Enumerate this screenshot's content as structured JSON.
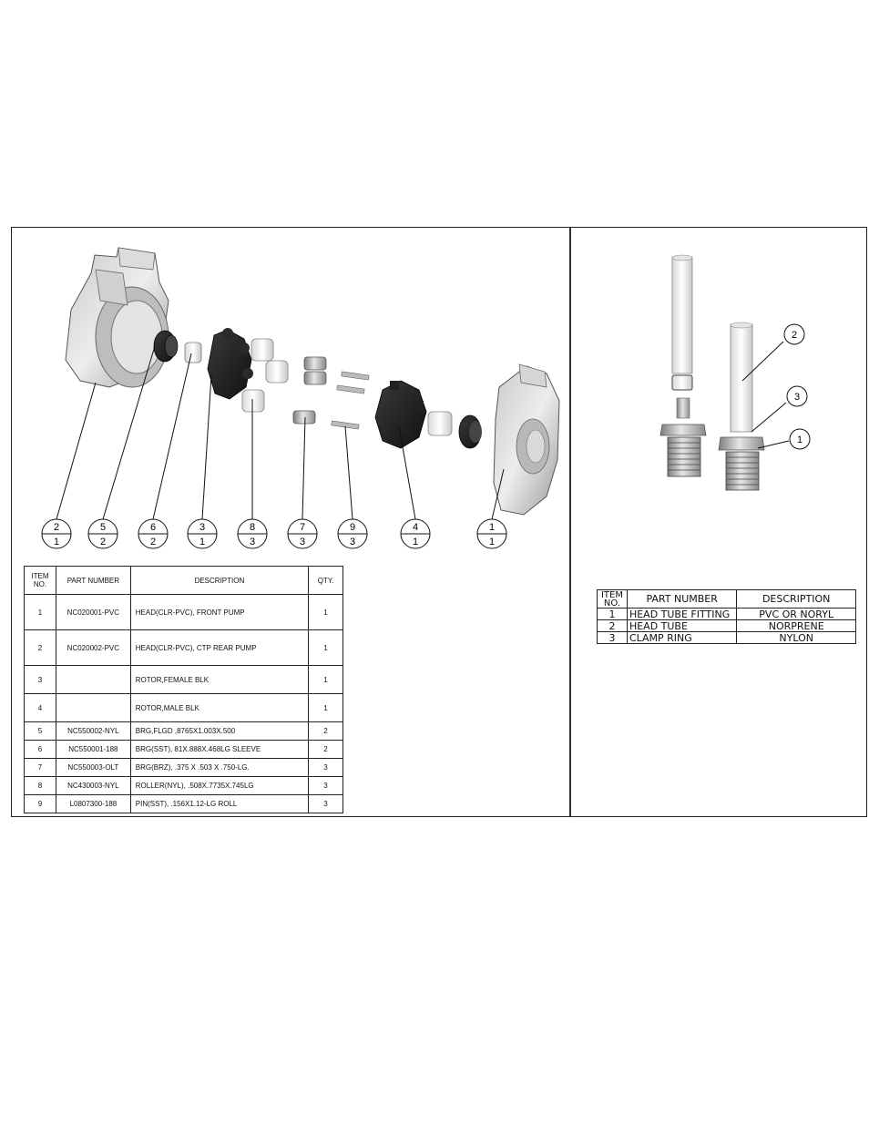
{
  "left_balloons": [
    {
      "item": "2",
      "qty": "1"
    },
    {
      "item": "5",
      "qty": "2"
    },
    {
      "item": "6",
      "qty": "2"
    },
    {
      "item": "3",
      "qty": "1"
    },
    {
      "item": "8",
      "qty": "3"
    },
    {
      "item": "7",
      "qty": "3"
    },
    {
      "item": "9",
      "qty": "3"
    },
    {
      "item": "4",
      "qty": "1"
    },
    {
      "item": "1",
      "qty": "1"
    }
  ],
  "right_balloons": [
    {
      "item": "2"
    },
    {
      "item": "3"
    },
    {
      "item": "1"
    }
  ],
  "left_bom": {
    "headers": {
      "item": "ITEM NO.",
      "part": "PART NUMBER",
      "desc": "DESCRIPTION",
      "qty": "QTY."
    },
    "rows": [
      {
        "item": "1",
        "part": "NC020001-PVC",
        "desc": "HEAD(CLR-PVC), FRONT PUMP",
        "qty": "1"
      },
      {
        "item": "2",
        "part": "NC020002-PVC",
        "desc": "HEAD(CLR-PVC), CTP REAR PUMP",
        "qty": "1"
      },
      {
        "item": "3",
        "part": "",
        "desc": "ROTOR,FEMALE BLK",
        "qty": "1"
      },
      {
        "item": "4",
        "part": "",
        "desc": "ROTOR,MALE BLK",
        "qty": "1"
      },
      {
        "item": "5",
        "part": "NC550002-NYL",
        "desc": "BRG,FLGD ,8765X1.003X.500",
        "qty": "2"
      },
      {
        "item": "6",
        "part": "NC550001-188",
        "desc": "BRG(SST), 81X.888X.468LG SLEEVE",
        "qty": "2"
      },
      {
        "item": "7",
        "part": "NC550003-OLT",
        "desc": "BRG(BRZ), .375 X .503 X .750-LG.",
        "qty": "3"
      },
      {
        "item": "8",
        "part": "NC430003-NYL",
        "desc": "ROLLER(NYL), .508X.7735X.745LG",
        "qty": "3"
      },
      {
        "item": "9",
        "part": "L0807300-188",
        "desc": "PIN(SST), .156X1.12-LG ROLL",
        "qty": "3"
      }
    ]
  },
  "right_bom": {
    "headers": {
      "item": "ITEM NO.",
      "part": "PART NUMBER",
      "desc": "DESCRIPTION"
    },
    "rows": [
      {
        "item": "1",
        "part": "HEAD TUBE FITTING",
        "desc": "PVC OR NORYL"
      },
      {
        "item": "2",
        "part": "HEAD TUBE",
        "desc": "NORPRENE"
      },
      {
        "item": "3",
        "part": "CLAMP RING",
        "desc": "NYLON"
      }
    ]
  }
}
